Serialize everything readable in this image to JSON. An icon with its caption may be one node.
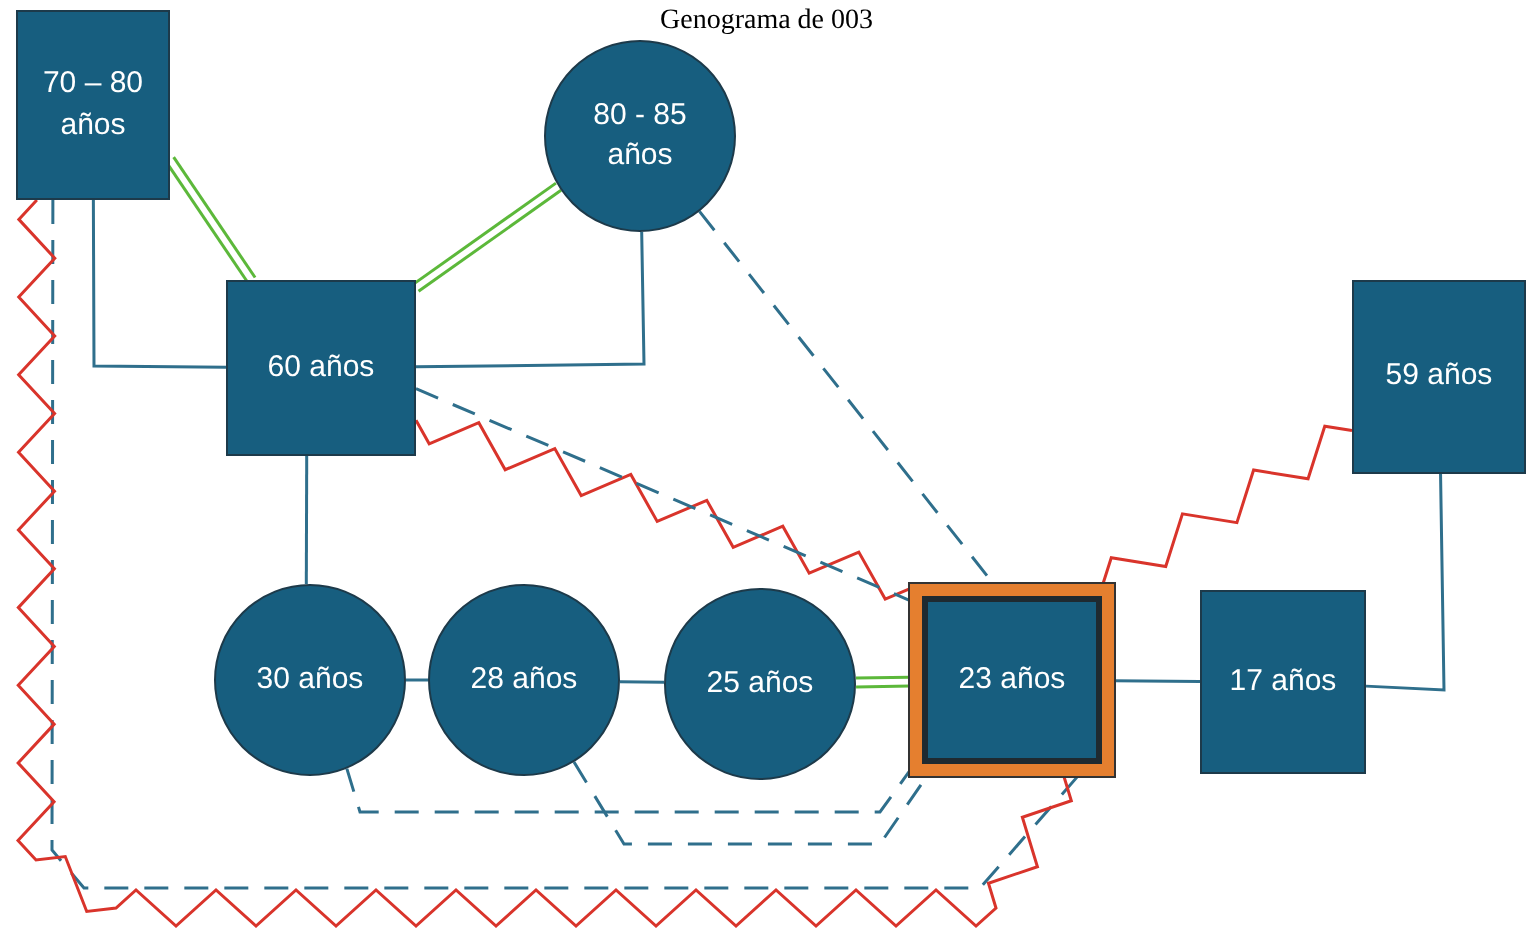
{
  "diagram": {
    "title": "Genograma de 003",
    "nodes": [
      {
        "text": [
          "70 – 80 años"
        ]
      },
      {
        "text": [
          "80 - 85 años"
        ]
      },
      {
        "text": [
          "60 años"
        ]
      },
      {
        "text": [
          "59 años"
        ]
      },
      {
        "text": [
          "30 años"
        ]
      },
      {
        "text": [
          "28 años"
        ]
      },
      {
        "text": [
          "25 años"
        ]
      },
      {
        "text": [
          "23 años"
        ]
      },
      {
        "text": [
          "17 años"
        ]
      }
    ],
    "edges": [
      {
        "from": 0,
        "to": 2,
        "arrow": "none",
        "color": "#5cb83a"
      },
      {
        "from": 1,
        "to": 2,
        "arrow": "none",
        "color": "#5cb83a"
      },
      {
        "from": 0,
        "to": 2,
        "arrow": "none"
      },
      {
        "from": 1,
        "to": 2,
        "arrow": "none"
      },
      {
        "from": 2,
        "to": 4,
        "arrow": "none"
      },
      {
        "from": 4,
        "to": 5,
        "arrow": "none"
      },
      {
        "from": 5,
        "to": 6,
        "arrow": "none"
      },
      {
        "from": 6,
        "to": 7,
        "arrow": "none",
        "color": "#5cb83a"
      },
      {
        "from": 7,
        "to": 8,
        "arrow": "none"
      },
      {
        "from": 8,
        "to": 3,
        "arrow": "none"
      },
      {
        "from": 3,
        "to": 7,
        "arrow": "none",
        "color": "#d9342b"
      },
      {
        "from": 2,
        "to": 7,
        "arrow": "none",
        "color": "#d9342b"
      },
      {
        "from": 2,
        "to": 7,
        "arrow": "none",
        "style": "dashed"
      },
      {
        "from": 1,
        "to": 7,
        "arrow": "none",
        "style": "dashed"
      },
      {
        "from": 4,
        "to": 7,
        "arrow": "none",
        "style": "dashed"
      },
      {
        "from": 5,
        "to": 7,
        "arrow": "none",
        "style": "dashed"
      },
      {
        "from": 0,
        "to": 7,
        "arrow": "none",
        "style": "dashed"
      },
      {
        "from": 0,
        "to": 7,
        "arrow": "none",
        "color": "#d9342b"
      }
    ]
  }
}
